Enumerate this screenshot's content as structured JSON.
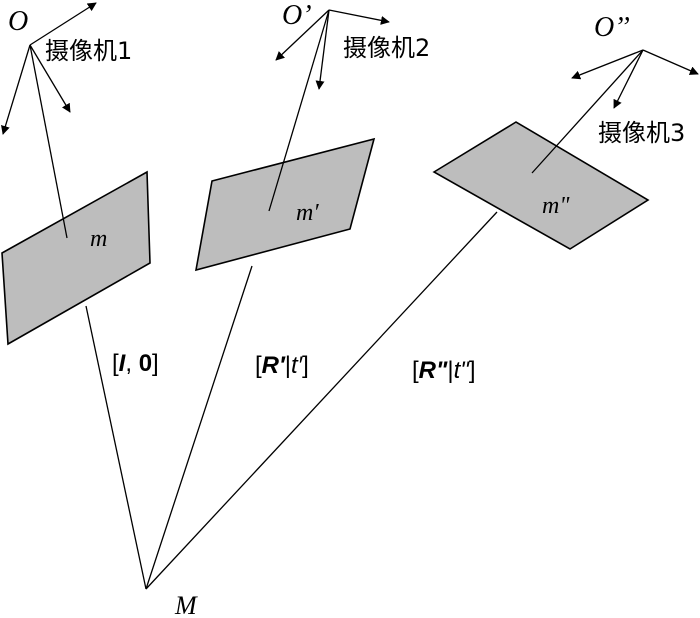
{
  "diagram": {
    "world_point": "M",
    "cameras": [
      {
        "center_label": "O",
        "name": "摄像机1",
        "image_point": "m",
        "projection": {
          "open": "[",
          "rot": "I",
          "sep": ", ",
          "trans": "0",
          "close": "]"
        }
      },
      {
        "center_label": "O’",
        "name": "摄像机2",
        "image_point": "m′",
        "projection": {
          "open": "[",
          "rot": "R′",
          "sep": "|",
          "trans": "t′",
          "close": "]"
        }
      },
      {
        "center_label": "O’’",
        "name": "摄像机3",
        "image_point": "m\"",
        "projection": {
          "open": "[",
          "rot": "R\"",
          "sep": "|",
          "trans": "t\"",
          "close": "]"
        }
      }
    ]
  }
}
